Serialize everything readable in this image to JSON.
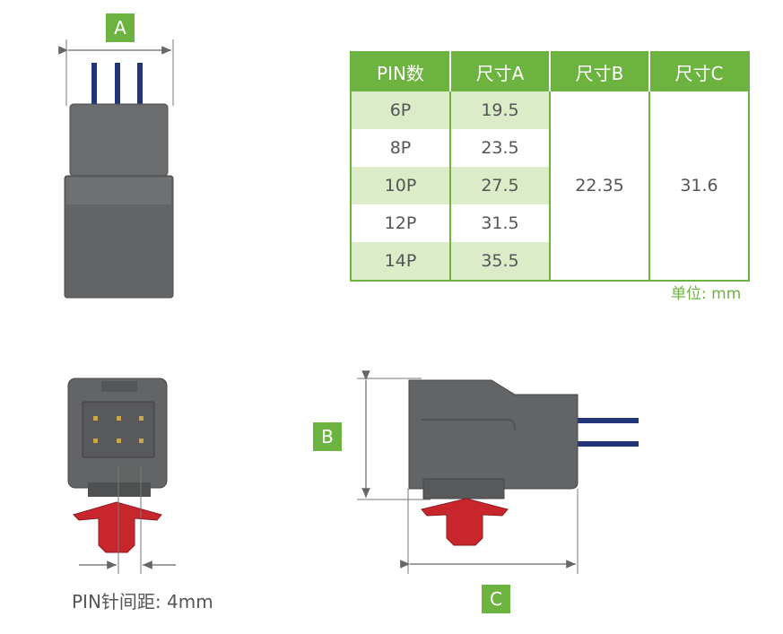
{
  "labels": {
    "a": "A",
    "b": "B",
    "c": "C"
  },
  "table": {
    "headers": [
      "PIN数",
      "尺寸A",
      "尺寸B",
      "尺寸C"
    ],
    "rows": [
      {
        "pin": "6P",
        "a": "19.5"
      },
      {
        "pin": "8P",
        "a": "23.5"
      },
      {
        "pin": "10P",
        "a": "27.5"
      },
      {
        "pin": "12P",
        "a": "31.5"
      },
      {
        "pin": "14P",
        "a": "35.5"
      }
    ],
    "b": "22.35",
    "c": "31.6"
  },
  "unit": "单位: mm",
  "pin_pitch": "PIN针间距: 4mm",
  "colors": {
    "accent": "#6cb33f",
    "housing": "#636466",
    "clip": "#c8262d",
    "wire": "#23357a"
  }
}
